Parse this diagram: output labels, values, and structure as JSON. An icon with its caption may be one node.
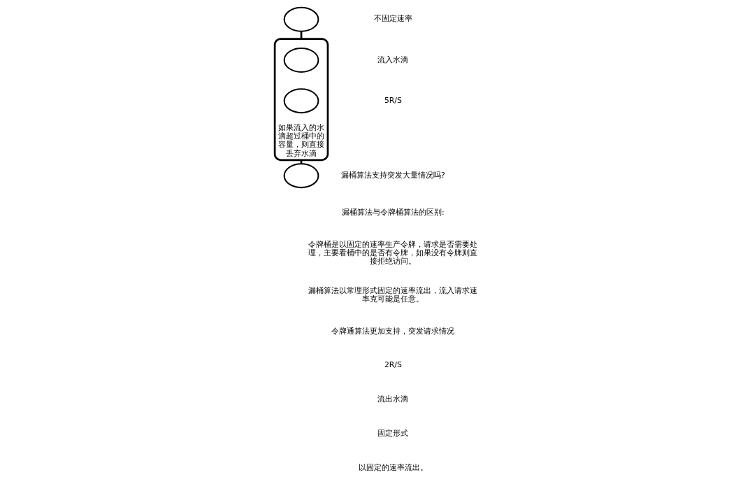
{
  "diagram": {
    "nodes": [
      {
        "text": [],
        "shape": "circle"
      },
      {
        "text": [
          "如果流入的水滴超过桶中的容量，则直接丢弃水滴"
        ]
      },
      {
        "text": [],
        "shape": "circle",
        "in": 1
      },
      {
        "text": [],
        "shape": "circle",
        "in": 1
      },
      {
        "text": [],
        "shape": "circle"
      }
    ],
    "edges": [
      {
        "from": 0,
        "to": 1,
        "arrow": "none"
      },
      {
        "from": 1,
        "to": 4,
        "arrow": "none"
      }
    ],
    "labels": [
      "不固定速率",
      "流入水滴",
      "5R/S",
      "漏桶算法支持突发大量情况吗?",
      "漏桶算法与令牌桶算法的区别:",
      "令牌桶是以固定的速率生产令牌，请求是否需要处理，主要看桶中的是否有令牌，如果没有令牌则直接拒绝访问。",
      "漏桶算法以常理形式固定的速率流出，流入请求速率克可能是任意。",
      "令牌通算法更加支持，突发请求情况",
      "2R/S",
      "流出水滴",
      "固定形式",
      "以固定的速率流出。"
    ]
  }
}
